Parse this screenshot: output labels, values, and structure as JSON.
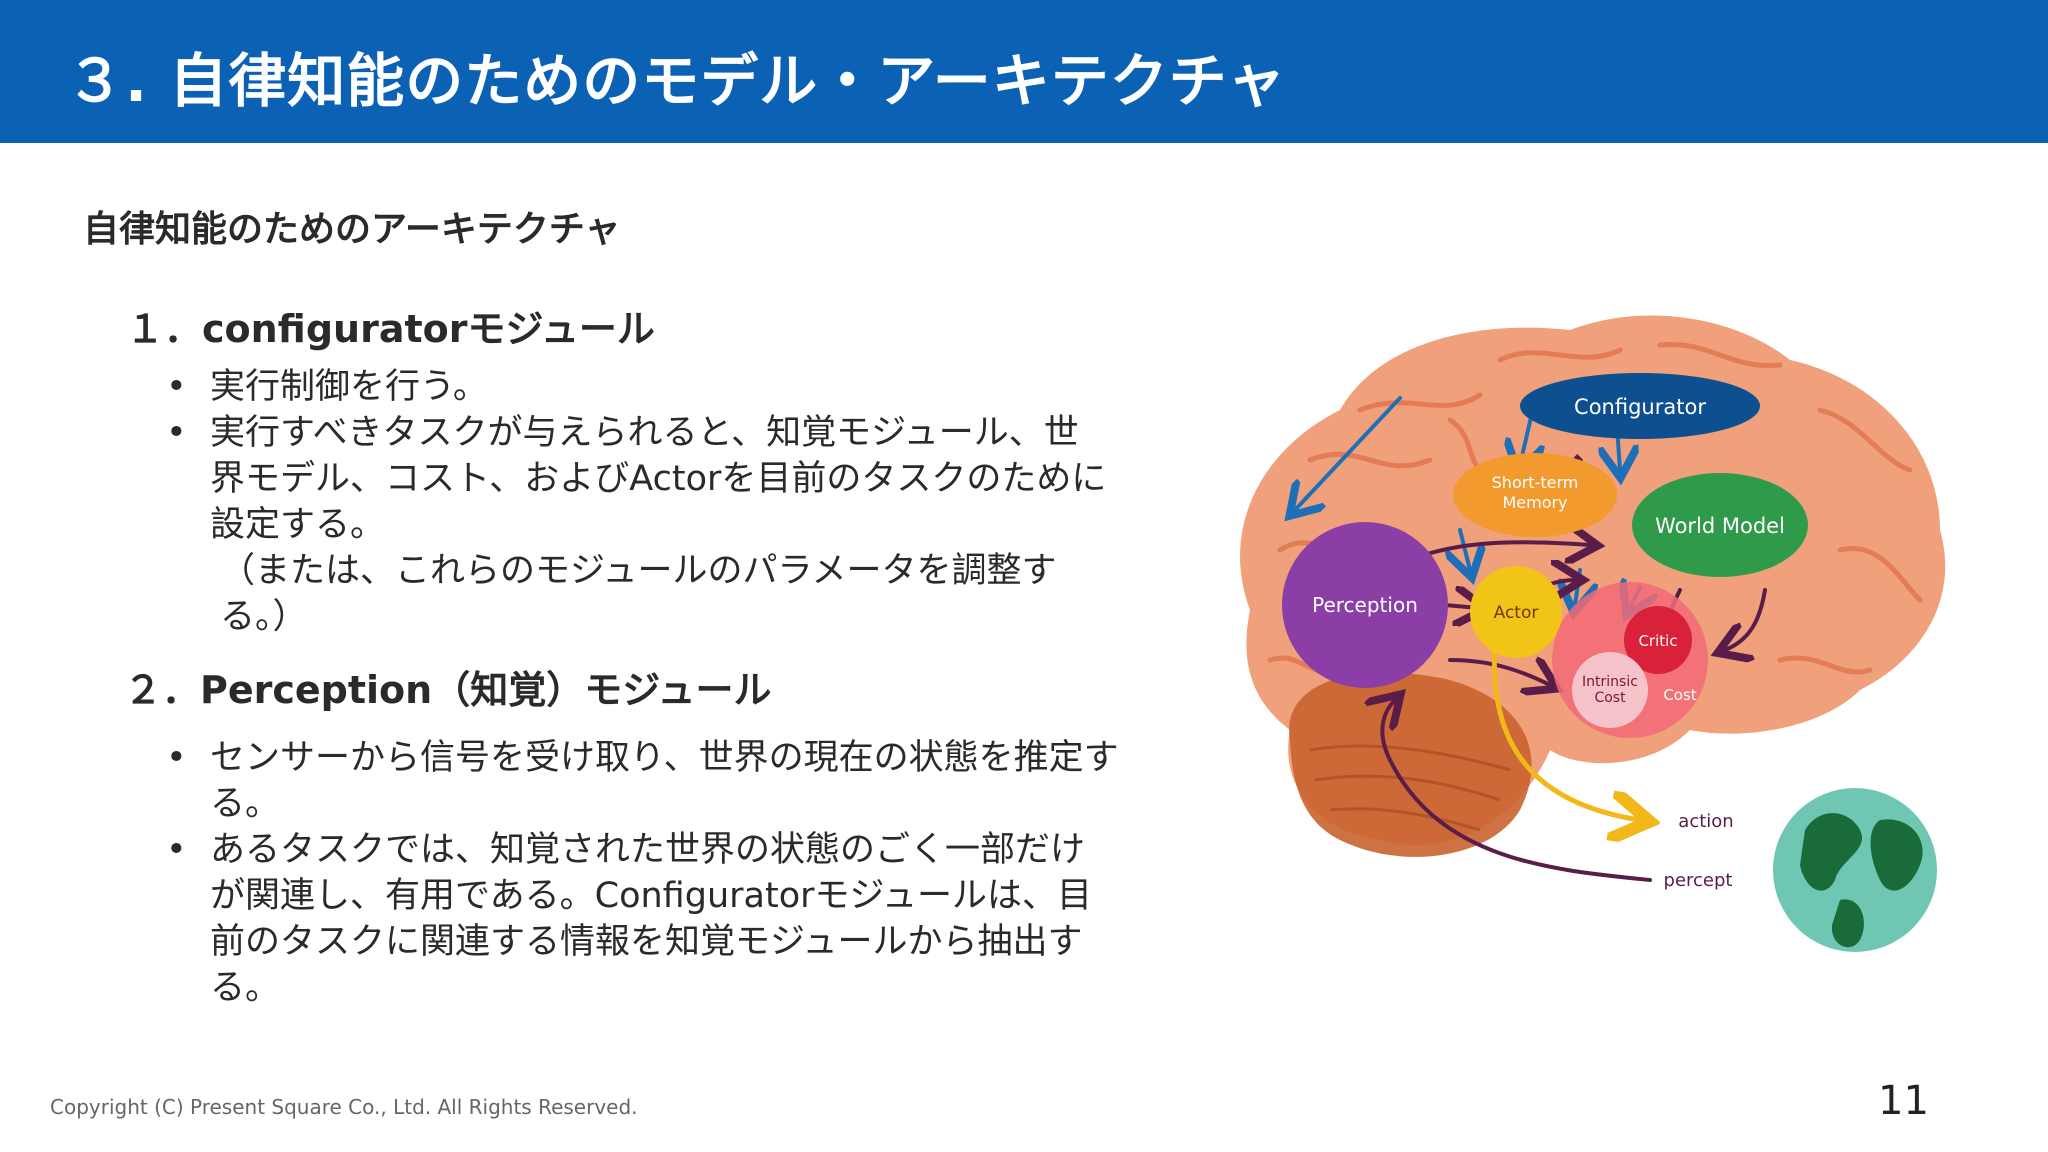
{
  "header": {
    "title": "３. 自律知能のためのモデル・アーキテクチャ"
  },
  "subtitle": "自律知能のためのアーキテクチャ",
  "section1": {
    "heading": "１．configuratorモジュール",
    "bullets": [
      "実行制御を行う。",
      "実行すべきタスクが与えられると、知覚モジュール、世界モデル、コスト、およびActorを目前のタスクのために設定する。"
    ],
    "note": "（または、これらのモジュールのパラメータを調整する。）"
  },
  "section2": {
    "heading": "２．Perception（知覚）モジュール",
    "bullets": [
      "センサーから信号を受け取り、世界の現在の状態を推定する。",
      "あるタスクでは、知覚された世界の状態のごく一部だけが関連し、有用である。Configuratorモジュールは、目前のタスクに関連する情報を知覚モジュールから抽出する。"
    ]
  },
  "diagram": {
    "configurator": "Configurator",
    "short_term_memory": [
      "Short-term",
      "Memory"
    ],
    "world_model": "World Model",
    "perception": "Perception",
    "actor": "Actor",
    "critic": "Critic",
    "intrinsic_cost": [
      "Intrinsic",
      "Cost"
    ],
    "cost": "Cost",
    "action": "action",
    "percept": "percept",
    "colors": {
      "configurator": "#0d4f8f",
      "short_term_memory": "#f29a2e",
      "world_model": "#2e9a4a",
      "perception": "#8a3ea6",
      "actor": "#f2c417",
      "critic": "#d9213a",
      "brain": "#f0a07a"
    }
  },
  "footer": {
    "copyright": "Copyright (C) Present Square Co., Ltd. All Rights Reserved.",
    "page": "11"
  }
}
